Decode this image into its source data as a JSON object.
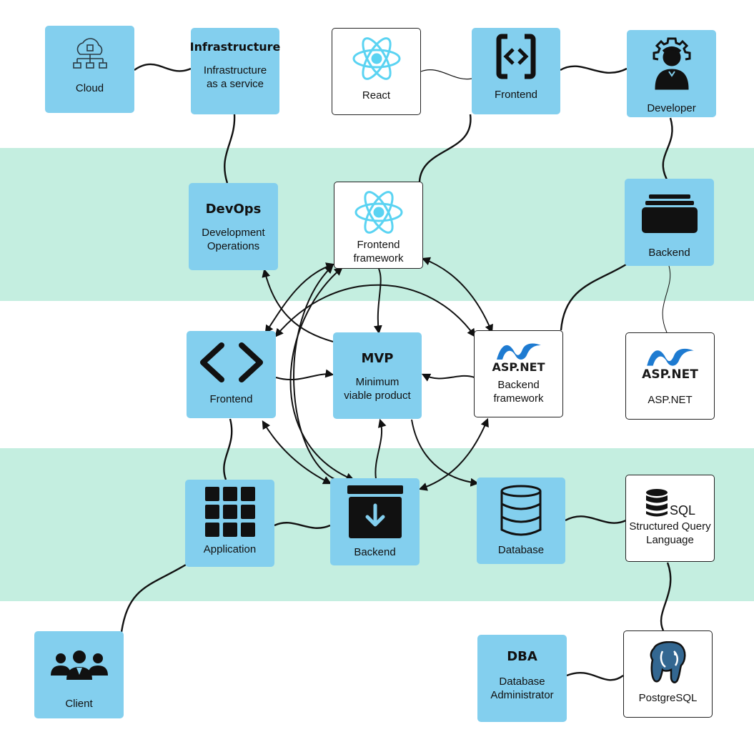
{
  "colors": {
    "node_fill": "#83cfee",
    "band_fill": "#c4eee0",
    "white_node": "#ffffff",
    "line": "#111111"
  },
  "nodes": {
    "cloud": {
      "label": "Cloud",
      "icon": "cloud-network-icon"
    },
    "infrastructure": {
      "title": "Infrastructure",
      "label_line1": "Infrastructure",
      "label_line2": "as a service"
    },
    "react": {
      "label": "React",
      "icon": "react-atom-icon"
    },
    "frontend_top": {
      "label": "Frontend",
      "icon": "code-brackets-icon"
    },
    "developer": {
      "label": "Developer",
      "icon": "developer-gear-icon"
    },
    "devops": {
      "title": "DevOps",
      "label_line1": "Development",
      "label_line2": "Operations"
    },
    "frontend_framework": {
      "label_line1": "Frontend",
      "label_line2": "framework",
      "icon": "react-atom-icon"
    },
    "backend_top": {
      "label": "Backend",
      "icon": "server-stack-icon"
    },
    "frontend_mid": {
      "label": "Frontend",
      "icon": "angle-brackets-icon"
    },
    "mvp": {
      "title": "MVP",
      "label_line1": "Minimum",
      "label_line2": "viable product"
    },
    "backend_framework": {
      "logo": "ASP.NET",
      "label_line1": "Backend",
      "label_line2": "framework",
      "icon": "aspnet-logo-icon"
    },
    "aspnet": {
      "logo": "ASP.NET",
      "label": "ASP.NET",
      "icon": "aspnet-logo-icon"
    },
    "application": {
      "label": "Application",
      "icon": "app-grid-icon"
    },
    "backend_mid": {
      "label": "Backend",
      "icon": "archive-download-icon"
    },
    "database": {
      "label": "Database",
      "icon": "database-icon"
    },
    "sql": {
      "icon_text": "SQL",
      "label_line1": "Structured Query",
      "label_line2": "Language",
      "icon": "sql-database-icon"
    },
    "client": {
      "label": "Client",
      "icon": "user-group-icon"
    },
    "dba": {
      "title": "DBA",
      "label_line1": "Database",
      "label_line2": "Administrator"
    },
    "postgresql": {
      "label": "PostgreSQL",
      "icon": "postgresql-elephant-icon"
    }
  }
}
